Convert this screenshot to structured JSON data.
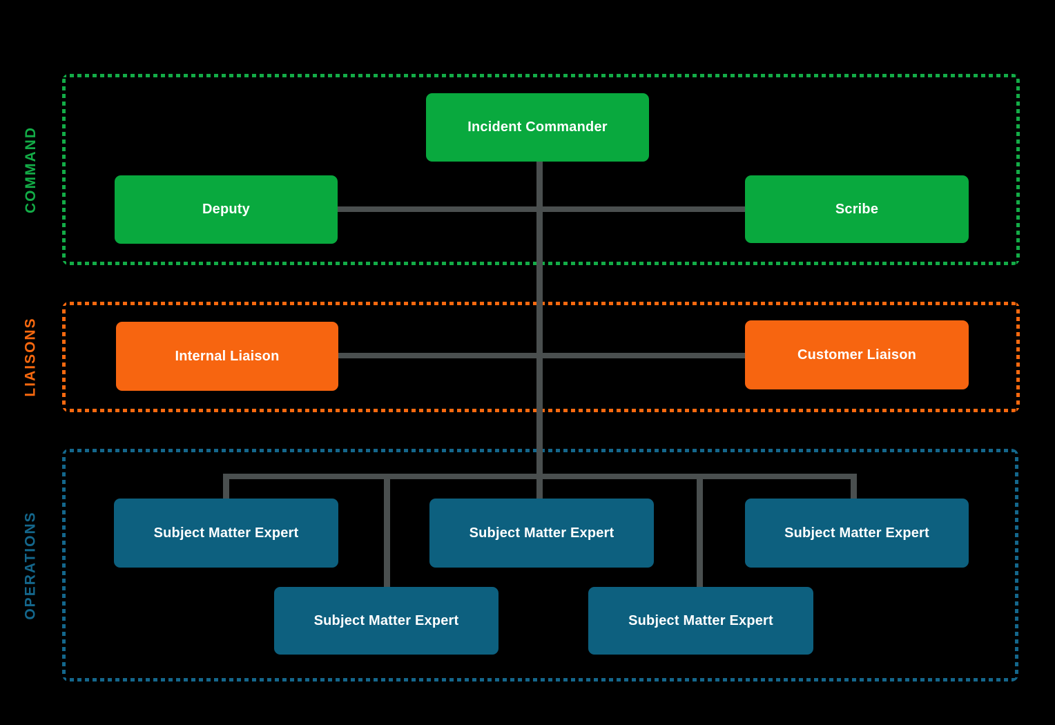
{
  "sections": {
    "command": {
      "label": "COMMAND",
      "color": "#13AC47"
    },
    "liaisons": {
      "label": "LIAISONS",
      "color": "#F9690F"
    },
    "operations": {
      "label": "OPERATIONS",
      "color": "#14678C"
    }
  },
  "nodes": {
    "incident_commander": {
      "label": "Incident Commander",
      "color": "#09A93E"
    },
    "deputy": {
      "label": "Deputy",
      "color": "#09A93E"
    },
    "scribe": {
      "label": "Scribe",
      "color": "#09A93E"
    },
    "internal_liaison": {
      "label": "Internal Liaison",
      "color": "#F76510"
    },
    "customer_liaison": {
      "label": "Customer Liaison",
      "color": "#F76510"
    },
    "sme_1": {
      "label": "Subject Matter Expert",
      "color": "#0D607F"
    },
    "sme_2": {
      "label": "Subject Matter Expert",
      "color": "#0D607F"
    },
    "sme_3": {
      "label": "Subject Matter Expert",
      "color": "#0D607F"
    },
    "sme_4": {
      "label": "Subject Matter Expert",
      "color": "#0D607F"
    },
    "sme_5": {
      "label": "Subject Matter Expert",
      "color": "#0D607F"
    }
  },
  "colors": {
    "background": "#000000",
    "connector": "#4A4F4F",
    "node_text": "#FFFFFF"
  }
}
